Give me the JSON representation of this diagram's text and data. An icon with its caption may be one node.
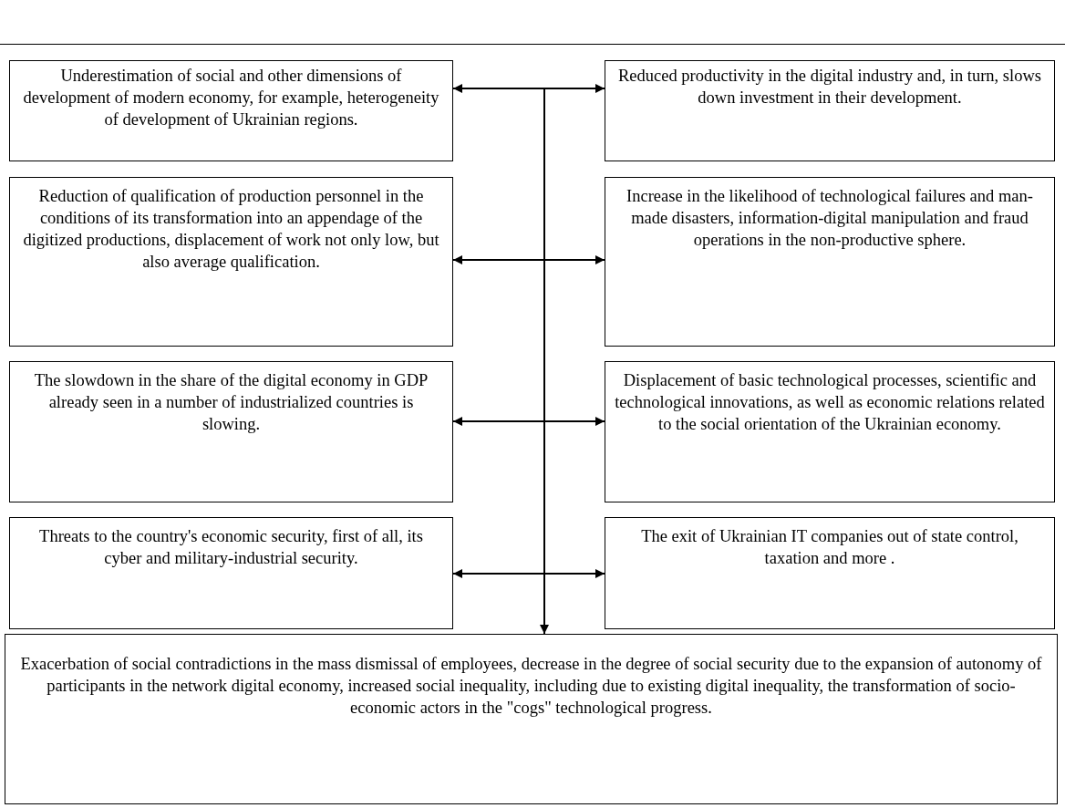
{
  "diagram": {
    "nodes": [
      {
        "text": [
          "Underestimation of social and other dimensions of development of modern economy, for example, heterogeneity of development of Ukrainian regions."
        ]
      },
      {
        "text": [
          "Reduced productivity in the digital industry and, in turn, slows down investment in their development."
        ]
      },
      {
        "text": [
          "Reduction of qualification of production personnel in the conditions of its transformation into an appendage of the digitized productions, displacement of work not only low, but also average qualification."
        ]
      },
      {
        "text": [
          "Increase in the likelihood of technological failures and man-made disasters, information-digital manipulation and fraud operations in the non-productive sphere."
        ]
      },
      {
        "text": [
          "The slowdown in the share of the digital economy in GDP already seen in a number of industrialized countries is slowing."
        ]
      },
      {
        "text": [
          "Displacement of basic technological processes, scientific and technological innovations, as well as economic relations related to the social orientation of the Ukrainian economy."
        ]
      },
      {
        "text": [
          "Threats to the country's economic security, first of all, its cyber and military-industrial security."
        ]
      },
      {
        "text": [
          "The exit of Ukrainian IT companies out of state control, taxation and more ."
        ]
      },
      {
        "text": [
          "Exacerbation of social contradictions in the mass dismissal of employees, decrease in the degree of social security due to the expansion of autonomy of participants in the network digital economy, increased social inequality, including due to existing digital inequality, the transformation of socio-economic actors in the \"cogs\" technological progress."
        ]
      }
    ],
    "edges": [
      {
        "from": 0,
        "to": 1,
        "arrow": "both"
      },
      {
        "from": 2,
        "to": 3,
        "arrow": "both"
      },
      {
        "from": 4,
        "to": 5,
        "arrow": "both"
      },
      {
        "from": 6,
        "to": 7,
        "arrow": "both"
      },
      {
        "from": null,
        "to": 8,
        "arrow": "to"
      }
    ]
  }
}
